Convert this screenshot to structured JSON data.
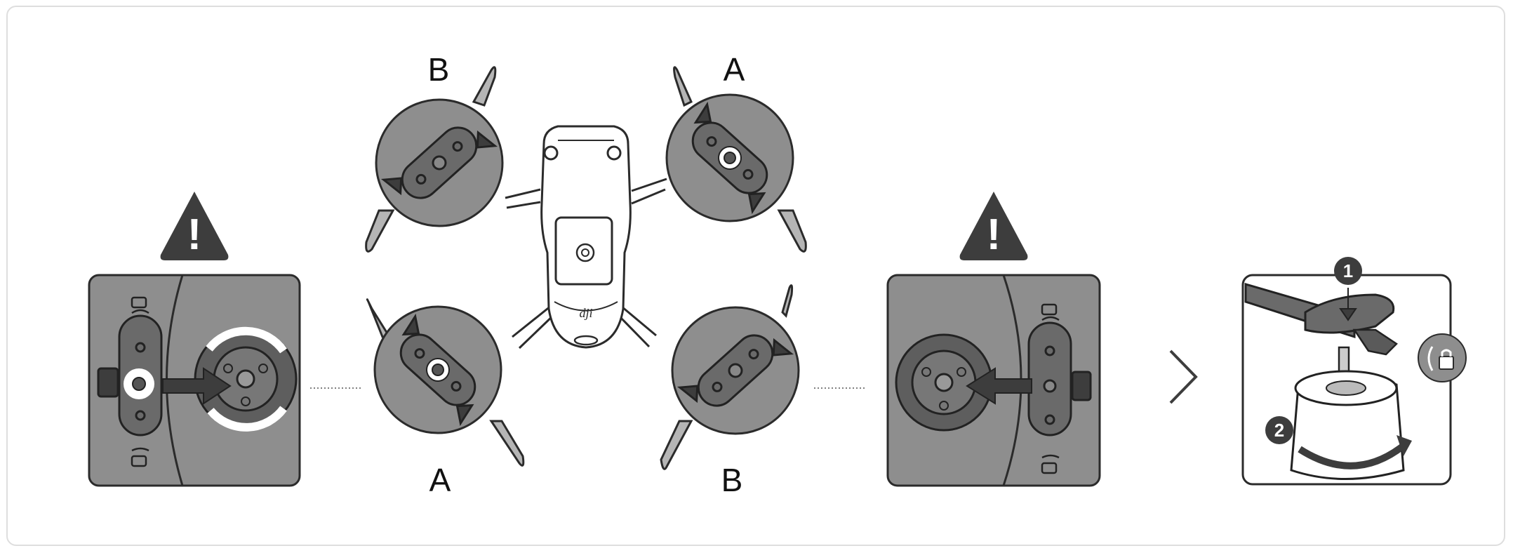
{
  "diagram": {
    "labels": {
      "top_left": "B",
      "top_right": "A",
      "bottom_left": "A",
      "bottom_right": "B"
    },
    "warning": {
      "symbol": "!"
    },
    "steps": {
      "step1": "1",
      "step2": "2"
    },
    "brand": "dji",
    "icons": [
      "warning-icon",
      "chevron-right-icon",
      "lock-icon"
    ],
    "colors": {
      "panel_gray": "#8e8e8e",
      "dark_gray": "#3d3d3d",
      "outline": "#2b2b2b",
      "blade_gray": "#b5b5b5"
    }
  }
}
